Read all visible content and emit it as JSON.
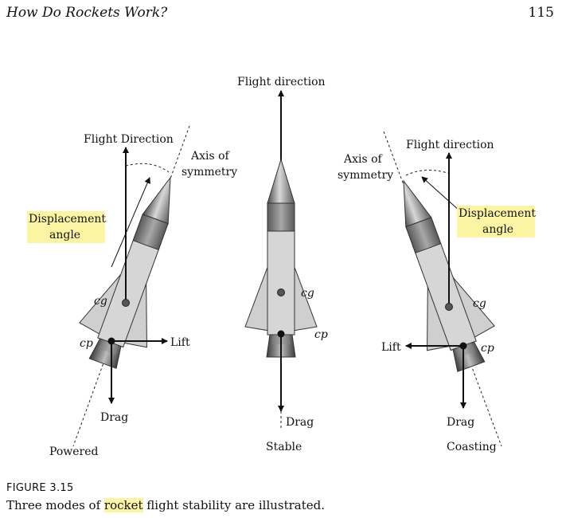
{
  "header": {
    "running_title": "How Do Rockets Work?",
    "page_number": "115"
  },
  "figure": {
    "powered": {
      "flight_direction": "Flight Direction",
      "axis_line1": "Axis of",
      "axis_line2": "symmetry",
      "displacement_line1": "Displacement",
      "displacement_line2": "angle",
      "cg": "cg",
      "cp": "cp",
      "lift": "Lift",
      "drag": "Drag",
      "mode": "Powered"
    },
    "stable": {
      "flight_direction": "Flight direction",
      "cg": "cg",
      "cp": "cp",
      "drag": "Drag",
      "mode": "Stable"
    },
    "coasting": {
      "flight_direction": "Flight direction",
      "axis_line1": "Axis of",
      "axis_line2": "symmetry",
      "displacement_line1": "Displacement",
      "displacement_line2": "angle",
      "cg": "cg",
      "cp": "cp",
      "lift": "Lift",
      "drag": "Drag",
      "mode": "Coasting"
    }
  },
  "caption": {
    "title": "FIGURE 3.15",
    "text_before": "Three modes of ",
    "highlight": "rocket",
    "text_after": " flight stability are illustrated."
  },
  "colors": {
    "highlight": "#fbf5a3",
    "body": "#d4d4d4",
    "band": "#8a8a8a",
    "ink": "#111111"
  }
}
